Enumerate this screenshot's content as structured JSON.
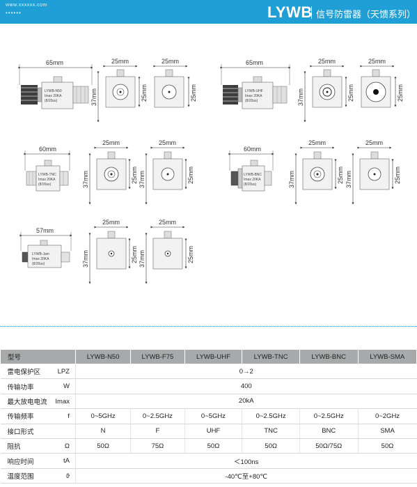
{
  "header": {
    "url": "www.xxxxxx.com",
    "dots": "••••••",
    "brand": "LYWB",
    "title": "信号防雷器（天馈系列）"
  },
  "colors": {
    "accent": "#1f9fd6",
    "table_header": "#a7a9ab"
  },
  "drawings": {
    "n50": {
      "length": "65mm",
      "square": "25mm",
      "height": "37mm",
      "side": "25mm",
      "label": [
        "LYWB-N50",
        "Imax 20KA",
        "(8/20us)"
      ]
    },
    "uhf": {
      "length": "65mm",
      "square": "25mm",
      "height": "37mm",
      "side": "25mm",
      "label": [
        "LYWB-UHF",
        "Imax 20KA",
        "(8/20us)"
      ]
    },
    "tnc": {
      "length": "60mm",
      "square": "25mm",
      "height": "37mm",
      "side": "25mm",
      "label": [
        "LYWB-TNC",
        "Imax 20KA",
        "(8/20us)"
      ]
    },
    "bnc": {
      "length": "60mm",
      "square": "25mm",
      "height": "37mm",
      "side": "25mm",
      "label": [
        "LYWB-BNC",
        "Imax 20KA",
        "(8/20us)"
      ]
    },
    "sma": {
      "length": "57mm",
      "square": "25mm",
      "height": "37mm",
      "side": "25mm",
      "label": [
        "LYWB-Jam",
        "Imax 20KA",
        "(8/20us)"
      ]
    }
  },
  "table": {
    "header_label": "型号",
    "models": [
      "LYWB-N50",
      "LYWB-F75",
      "LYWB-UHF",
      "LYWB-TNC",
      "LYWB-BNC",
      "LYWB-SMA"
    ],
    "rows": [
      {
        "name": "雷电保护区",
        "sym": "LPZ",
        "span": "0→2"
      },
      {
        "name": "传输功率",
        "sym": "W",
        "span": "400"
      },
      {
        "name": "最大放电电流",
        "sym": "Imax",
        "span": "20kA"
      },
      {
        "name": "传输频率",
        "sym": "f",
        "cells": [
          "0~5GHz",
          "0~2.5GHz",
          "0~5GHz",
          "0~2.5GHz",
          "0~2.5GHz",
          "0~2GHz"
        ]
      },
      {
        "name": "接口形式",
        "sym": "",
        "cells": [
          "N",
          "F",
          "UHF",
          "TNC",
          "BNC",
          "SMA"
        ]
      },
      {
        "name": "阻抗",
        "sym": "Ω",
        "cells": [
          "50Ω",
          "75Ω",
          "50Ω",
          "50Ω",
          "50Ω/75Ω",
          "50Ω"
        ]
      },
      {
        "name": "响应时间",
        "sym": "tA",
        "span": "＜100ns"
      },
      {
        "name": "温度范围",
        "sym": "ϑ",
        "span": "-40℃至+80℃"
      }
    ]
  }
}
